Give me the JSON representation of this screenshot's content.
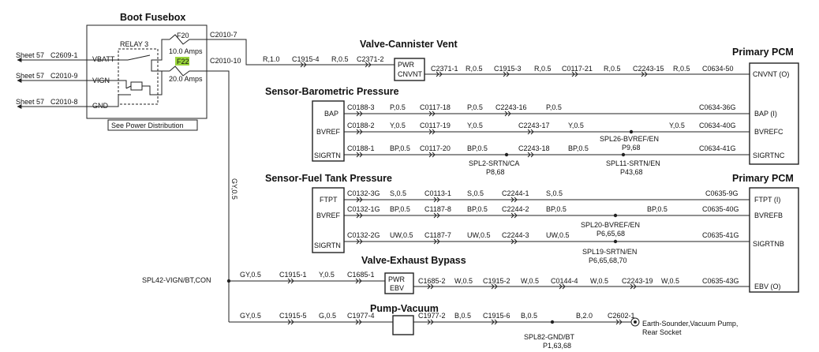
{
  "titles": {
    "fusebox": "Boot Fusebox",
    "canister": "Valve-Cannister Vent",
    "baro": "Sensor-Barometric Pressure",
    "fuel": "Sensor-Fuel Tank Pressure",
    "bypass": "Valve-Exhaust Bypass",
    "vacuum": "Pump-Vacuum",
    "pcm1": "Primary PCM",
    "pcm2": "Primary PCM"
  },
  "fusebox": {
    "relay": "RELAY 3",
    "vbatt": "VBATT",
    "vign": "VIGN",
    "gnd": "GND",
    "f20": "F20",
    "f20_rating": "10.0 Amps",
    "f22": "F22",
    "f22_rating": "20.0 Amps",
    "f22_highlight": "#9ad53a",
    "c_f20": "C2010-7",
    "c_f22": "C2010-10",
    "see_power": "See Power Distribution"
  },
  "sheets": {
    "s1": "Sheet 57",
    "s1_conn": "C2609-1",
    "s2": "Sheet 57",
    "s2_conn": "C2010-9",
    "s3": "Sheet 57",
    "s3_conn": "C2010-8"
  },
  "canister": {
    "wire1": "R,1.0",
    "c1": "C1915-4",
    "wire2": "R,0.5",
    "c2": "C2371-2",
    "pwr": "PWR",
    "cnvnt": "CNVNT",
    "c3": "C2371-1",
    "wire3": "R,0.5",
    "c4": "C1915-3",
    "wire4": "R,0.5",
    "c5": "C0117-21",
    "wire5": "R,0.5",
    "c6": "C2243-15",
    "wire6": "R,0.5",
    "c7": "C0634-50",
    "pin": "CNVNT (O)"
  },
  "baro": {
    "bap": "BAP",
    "bvref": "BVREF",
    "sigrtn": "SIGRTN",
    "r1": {
      "c1": "C0188-3",
      "w1": "P,0.5",
      "c2": "C0117-18",
      "w2": "P,0.5",
      "c3": "C2243-16",
      "w3": "P,0.5",
      "c4": "C0634-36G",
      "pin": "BAP (I)"
    },
    "r2": {
      "c1": "C0188-2",
      "w1": "Y,0.5",
      "c2": "C0117-19",
      "w2": "Y,0.5",
      "c3": "C2243-17",
      "w3": "Y,0.5",
      "w4": "Y,0.5",
      "c4": "C0634-40G",
      "pin": "BVREFC"
    },
    "r3": {
      "c1": "C0188-1",
      "w1": "BP,0.5",
      "c2": "C0117-20",
      "w2": "BP,0.5",
      "c3": "C2243-18",
      "w3": "BP,0.5",
      "c4": "C0634-41G",
      "pin": "SIGRTNC"
    },
    "spl26": "SPL26-BVREF/EN",
    "spl26_ref": "P9,68",
    "spl2": "SPL2-SRTN/CA",
    "spl2_ref": "P8,68",
    "spl11": "SPL11-SRTN/EN",
    "spl11_ref": "P43,68"
  },
  "fuel": {
    "ftpt": "FTPT",
    "bvref": "BVREF",
    "sigrtn": "SIGRTN",
    "r1": {
      "c1": "C0132-3G",
      "w1": "S,0.5",
      "c2": "C0113-1",
      "w2": "S,0.5",
      "c3": "C2244-1",
      "w3": "S,0.5",
      "c4": "C0635-9G",
      "pin": "FTPT (I)"
    },
    "r2": {
      "c1": "C0132-1G",
      "w1": "BP,0.5",
      "c2": "C1187-8",
      "w2": "BP,0.5",
      "c3": "C2244-2",
      "w3": "BP,0.5",
      "w4": "BP,0.5",
      "c4": "C0635-40G",
      "pin": "BVREFB"
    },
    "r3": {
      "c1": "C0132-2G",
      "w1": "UW,0.5",
      "c2": "C1187-7",
      "w2": "UW,0.5",
      "c3": "C2244-3",
      "w3": "UW,0.5",
      "c4": "C0635-41G",
      "pin": "SIGRTNB"
    },
    "spl20": "SPL20-BVREF/EN",
    "spl20_ref": "P6,65,68",
    "spl19": "SPL19-SRTN/EN",
    "spl19_ref": "P6,65,68,70"
  },
  "gy_label": "GY,0.5",
  "bypass": {
    "spl42": "SPL42-VIGN/BT,CON",
    "w1": "GY,0.5",
    "c1": "C1915-1",
    "w2": "Y,0.5",
    "c2": "C1685-1",
    "pwr": "PWR",
    "ebv": "EBV",
    "c3": "C1685-2",
    "w3": "W,0.5",
    "c4": "C1915-2",
    "w4": "W,0.5",
    "c5": "C0144-4",
    "w5": "W,0.5",
    "c6": "C2243-19",
    "w6": "W,0.5",
    "c7": "C0635-43G",
    "pin": "EBV (O)"
  },
  "vacuum": {
    "w1": "GY,0.5",
    "c1": "C1915-5",
    "w2": "G,0.5",
    "c2": "C1977-4",
    "c3": "C1977-2",
    "w3": "B,0.5",
    "c4": "C1915-6",
    "w4": "B,0.5",
    "w5": "B,2.0",
    "c5": "C2602-1",
    "spl82": "SPL82-GND/BT",
    "spl82_ref": "P1,63,68",
    "earth1": "Earth-Sounder,Vacuum Pump,",
    "earth2": "Rear Socket"
  }
}
